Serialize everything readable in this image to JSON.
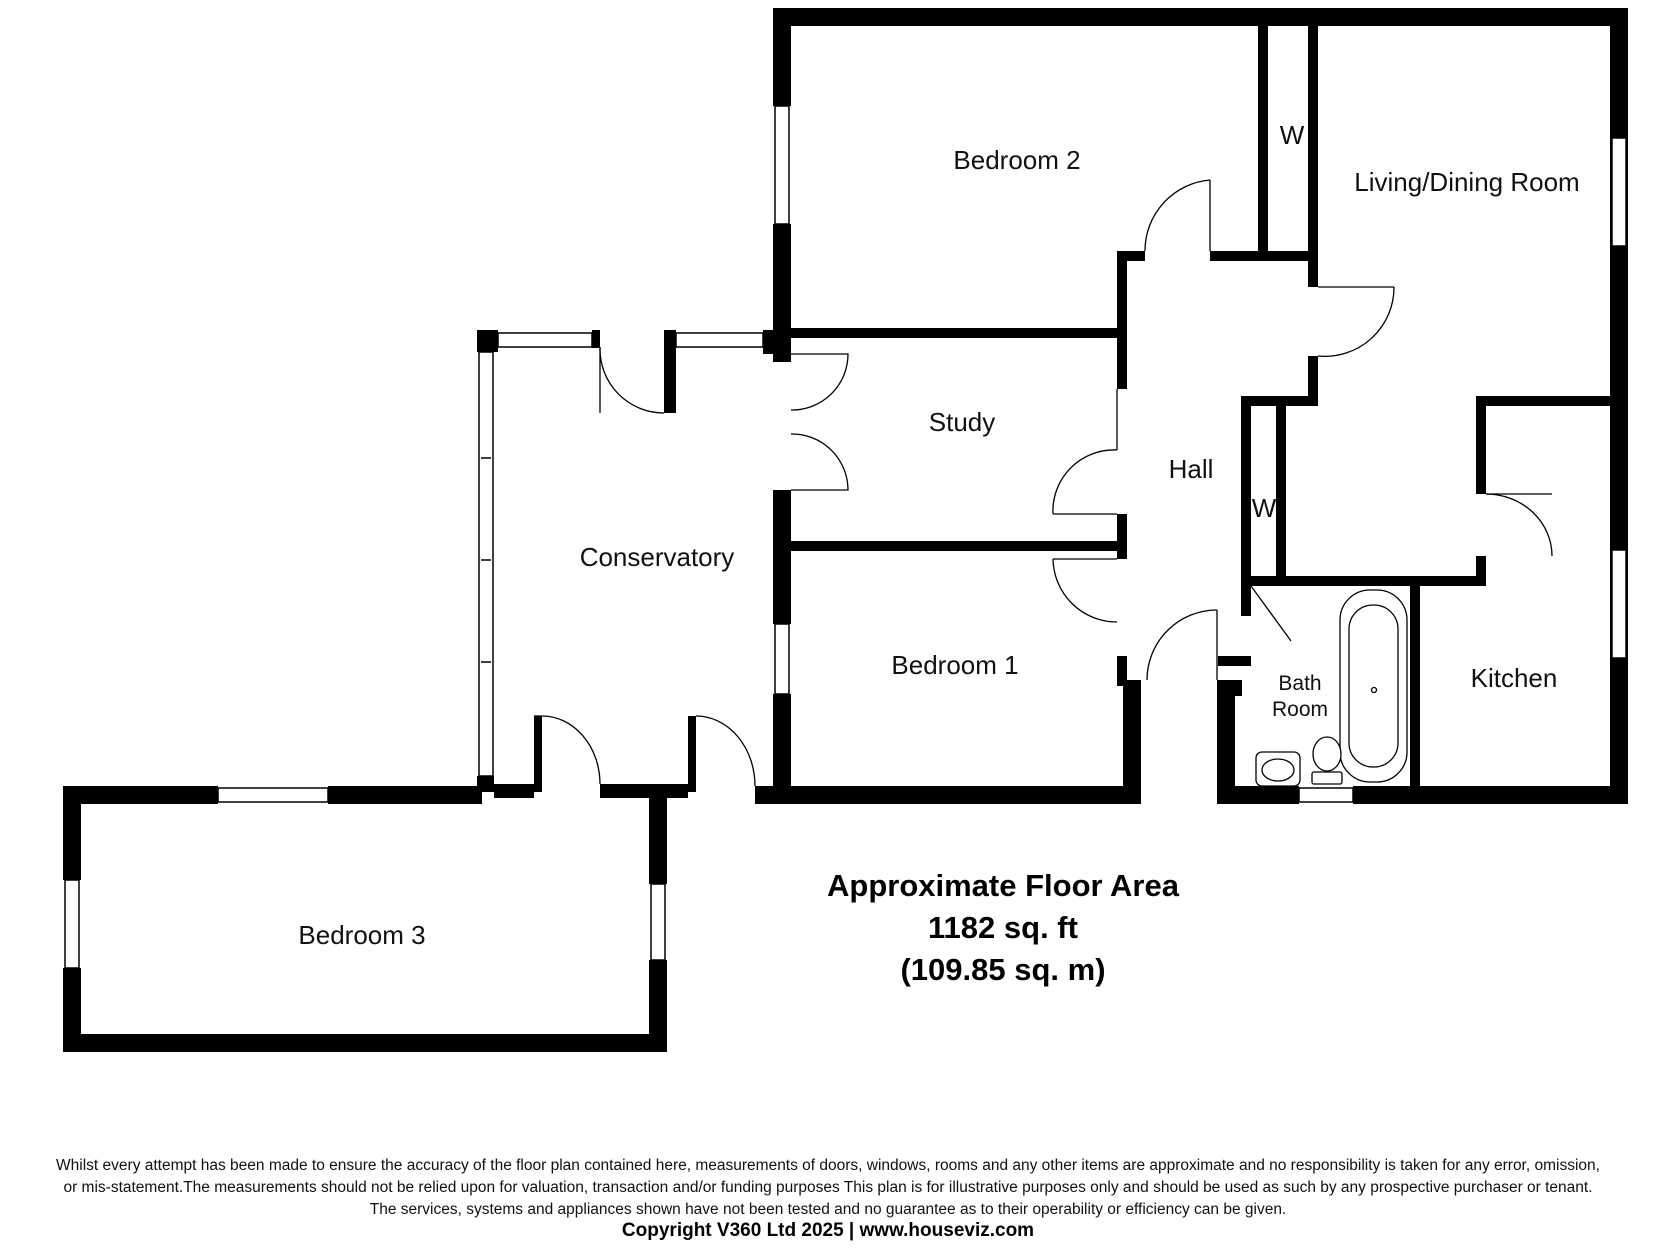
{
  "rooms": {
    "bedroom2": "Bedroom 2",
    "wardrobe_top": "W",
    "living_dining": "Living/Dining Room",
    "study": "Study",
    "hall": "Hall",
    "wardrobe_hall": "W",
    "conservatory": "Conservatory",
    "bedroom1": "Bedroom 1",
    "bath_line1": "Bath",
    "bath_line2": "Room",
    "kitchen": "Kitchen",
    "bedroom3": "Bedroom 3"
  },
  "area": {
    "title": "Approximate Floor Area",
    "sqft": "1182 sq. ft",
    "sqm": "(109.85 sq. m)"
  },
  "disclaimer": {
    "line1": "Whilst every attempt has been made to ensure the accuracy of the floor plan contained here, measurements of doors, windows, rooms and any other items are approximate and no responsibility is taken for any error, omission,",
    "line2": "or mis-statement.The measurements should not be relied upon for valuation, transaction and/or funding purposes This plan is for illustrative purposes only and should be used as such by any prospective purchaser or tenant.",
    "line3": "The services, systems and appliances shown have not been tested and no guarantee as to their operability or efficiency can be given."
  },
  "copyright": "Copyright V360 Ltd 2025 | www.houseviz.com"
}
